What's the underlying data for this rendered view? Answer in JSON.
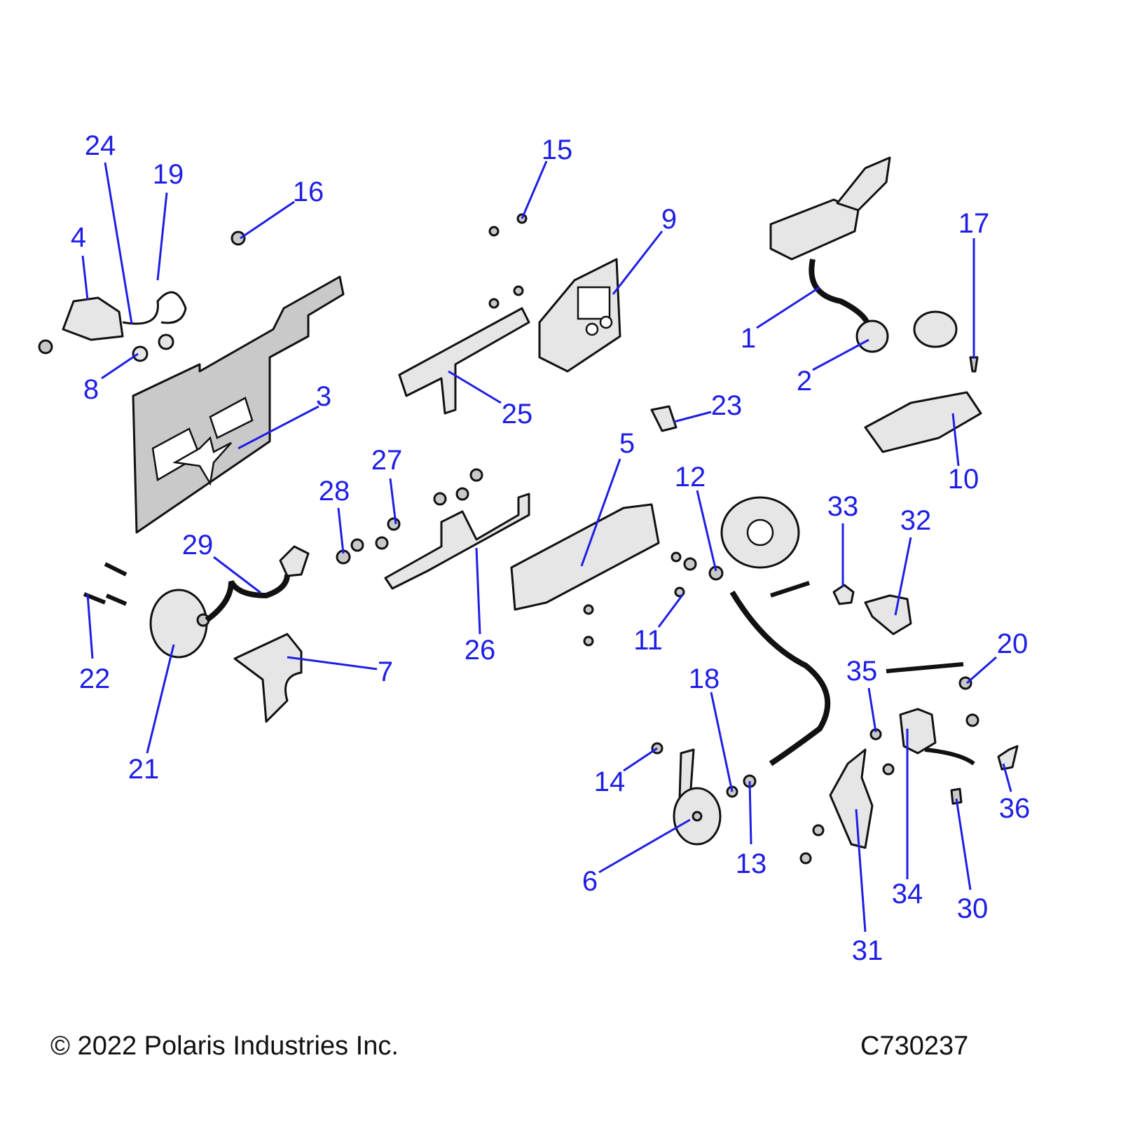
{
  "callouts": [
    "1",
    "2",
    "3",
    "4",
    "5",
    "6",
    "7",
    "8",
    "9",
    "10",
    "11",
    "12",
    "13",
    "14",
    "15",
    "16",
    "17",
    "18",
    "19",
    "20",
    "21",
    "22",
    "23",
    "24",
    "25",
    "26",
    "27",
    "28",
    "29",
    "30",
    "31",
    "32",
    "33",
    "34",
    "35",
    "36"
  ],
  "footer": {
    "copyright": "© 2022 Polaris Industries Inc.",
    "diagram_id": "C730237"
  },
  "colors": {
    "callout": "#1e1ee6",
    "part": "#c9c9c9"
  }
}
